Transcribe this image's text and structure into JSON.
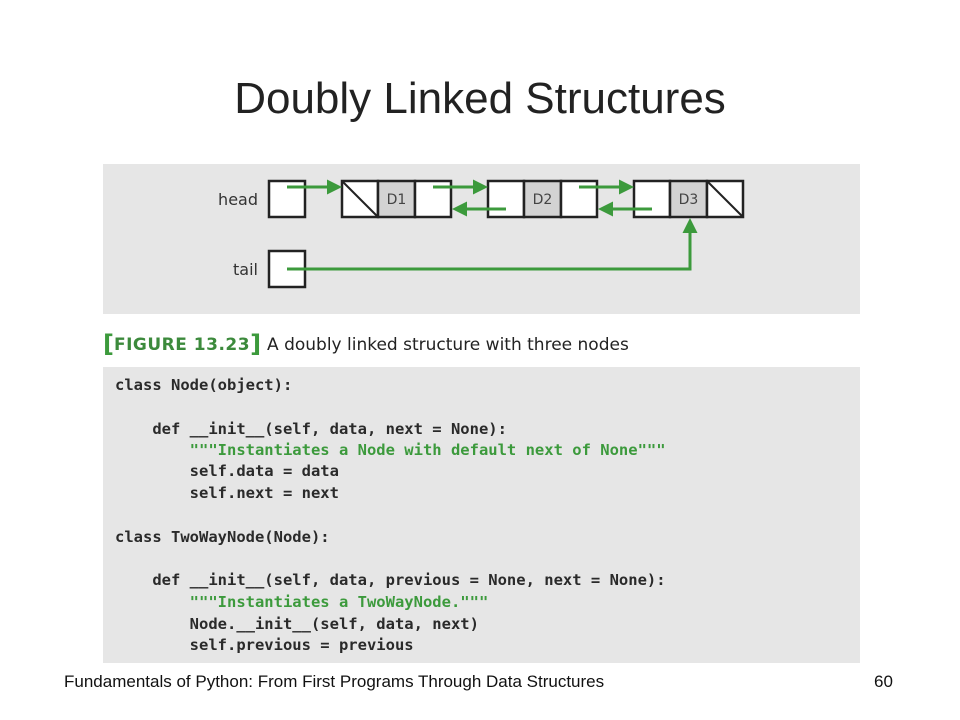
{
  "slide": {
    "title": "Doubly Linked Structures",
    "footer": "Fundamentals of Python: From First Programs Through Data Structures",
    "page_number": "60"
  },
  "diagram": {
    "head_label": "head",
    "tail_label": "tail",
    "nodes": [
      "D1",
      "D2",
      "D3"
    ],
    "arrow_color": "#3c9a3c",
    "data_cell_color": "#d3d3d3"
  },
  "caption": {
    "open_bracket": "[",
    "figure_label": "FIGURE 13.23",
    "close_bracket": "]",
    "text": "A doubly linked structure with three nodes"
  },
  "code": {
    "lines": [
      {
        "text": "class Node(object):",
        "kind": "code"
      },
      {
        "text": "",
        "kind": "code"
      },
      {
        "text": "    def __init__(self, data, next = None):",
        "kind": "code"
      },
      {
        "text": "        \"\"\"Instantiates a Node with default next of None\"\"\"",
        "kind": "doc"
      },
      {
        "text": "        self.data = data",
        "kind": "code"
      },
      {
        "text": "        self.next = next",
        "kind": "code"
      },
      {
        "text": "",
        "kind": "code"
      },
      {
        "text": "class TwoWayNode(Node):",
        "kind": "code"
      },
      {
        "text": "",
        "kind": "code"
      },
      {
        "text": "    def __init__(self, data, previous = None, next = None):",
        "kind": "code"
      },
      {
        "text": "        \"\"\"Instantiates a TwoWayNode.\"\"\"",
        "kind": "doc"
      },
      {
        "text": "        Node.__init__(self, data, next)",
        "kind": "code"
      },
      {
        "text": "        self.previous = previous",
        "kind": "code"
      }
    ]
  }
}
